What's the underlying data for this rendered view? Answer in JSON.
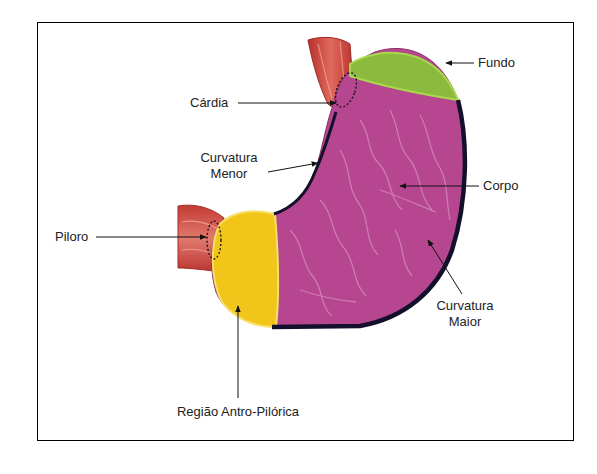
{
  "diagram": {
    "labels": [
      "Fundo",
      "Cárdia",
      "Curvatura Menor",
      "Corpo",
      "Piloro",
      "Curvatura Maior",
      "Região Antro-Pilórica"
    ]
  }
}
